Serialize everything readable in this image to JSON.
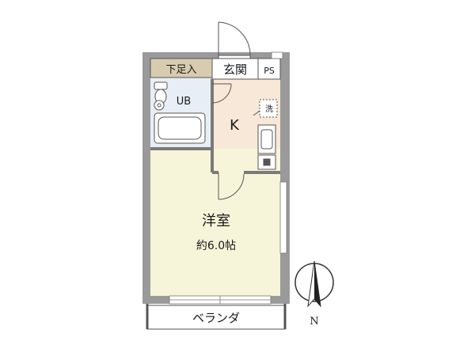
{
  "rooms": {
    "shoe_storage": "下足入",
    "entrance": "玄関",
    "pipe_space": "PS",
    "unit_bath": "UB",
    "kitchen": "K",
    "washer": "洗",
    "western_room": "洋室",
    "western_room_size": "約6.0帖",
    "balcony": "ベランダ"
  },
  "compass": {
    "north_label": "N"
  },
  "colors": {
    "wall": "#9a9a9a",
    "bath_floor": "#e8eef5",
    "kitchen_floor": "#f7e8d8",
    "room_floor": "#f6f5d9",
    "shoe_storage": "#d8ccb0"
  }
}
